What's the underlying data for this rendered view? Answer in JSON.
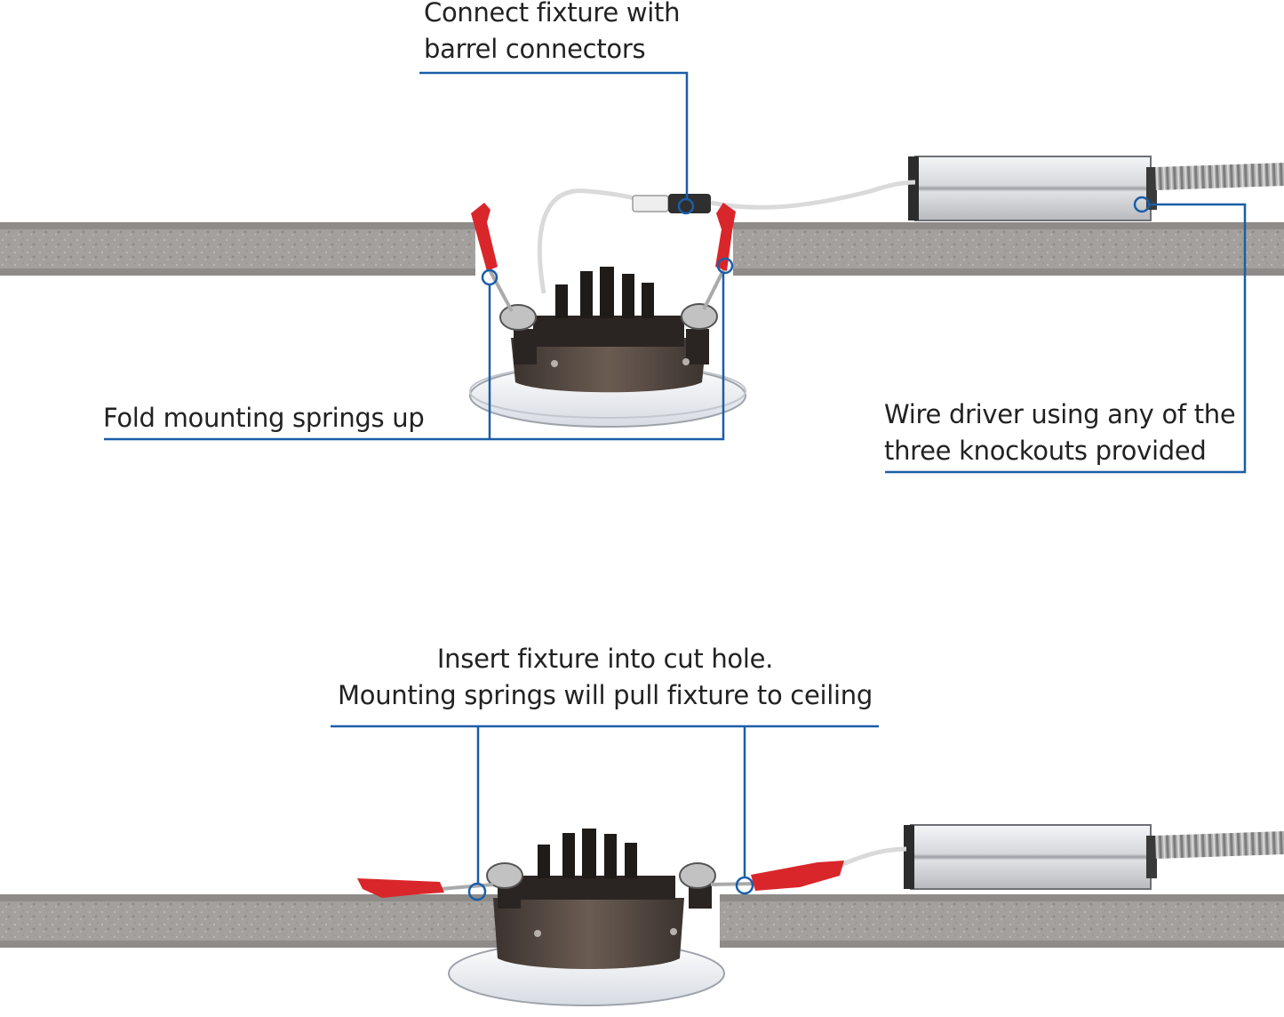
{
  "colors": {
    "callout_line": "#1a5ea8",
    "ceiling_gray": "#9a9795",
    "ceiling_dark": "#7c7977",
    "spring_red": "#d9262a",
    "fixture_dark": "#2e2a28",
    "fixture_bronze": "#5a4d45",
    "trim_white": "#eceef2",
    "driver_silver": "#c9cbd0",
    "conduit": "#a6a6a6",
    "wire": "#e2e2e2",
    "text": "#222222"
  },
  "icons": [
    "ceiling-panel",
    "led-fixture",
    "mounting-spring",
    "barrel-connector",
    "led-driver-box",
    "flexible-conduit"
  ],
  "callouts": {
    "connect": {
      "line1": "Connect fixture with",
      "line2": "barrel connectors"
    },
    "fold": {
      "line1": "Fold mounting springs up"
    },
    "driver": {
      "line1": "Wire driver using any of the",
      "line2": "three knockouts provided"
    },
    "insert": {
      "line1": "Insert fixture into cut hole.",
      "line2": "Mounting springs will pull fixture to ceiling"
    }
  }
}
